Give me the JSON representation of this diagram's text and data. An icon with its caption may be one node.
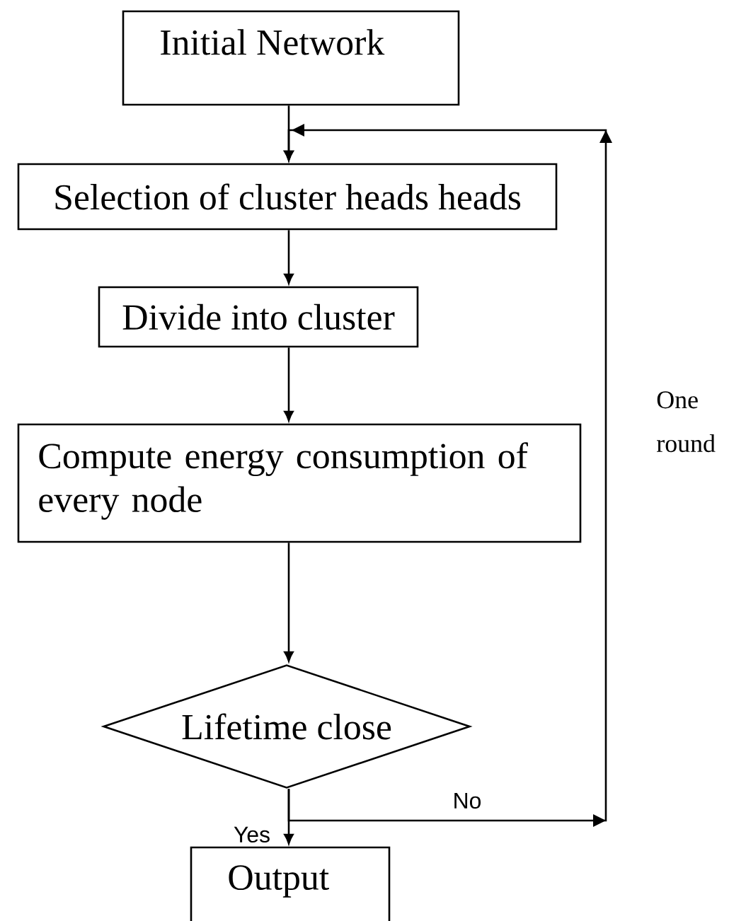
{
  "diagram": {
    "nodes": [
      {
        "text": [
          "Initial Network"
        ]
      },
      {
        "text": [
          "Selection of cluster heads heads"
        ]
      },
      {
        "text": [
          "Divide into cluster"
        ]
      },
      {
        "text": [
          "Compute energy consumption of every node"
        ]
      },
      {
        "text": [
          "Lifetime close"
        ]
      },
      {
        "text": [
          "Output"
        ]
      }
    ],
    "edges": [
      {
        "from": 0,
        "to": 1,
        "arrow": "to"
      },
      {
        "from": 1,
        "to": 2,
        "arrow": "to"
      },
      {
        "from": 2,
        "to": 3,
        "arrow": "to"
      },
      {
        "from": 3,
        "to": 4,
        "arrow": "to"
      },
      {
        "from": 4,
        "to": 5,
        "arrow": "to",
        "label": "Yes"
      },
      {
        "from": 4,
        "to": 1,
        "arrow": "to",
        "label": "No"
      }
    ],
    "labels": [
      "One round"
    ]
  }
}
